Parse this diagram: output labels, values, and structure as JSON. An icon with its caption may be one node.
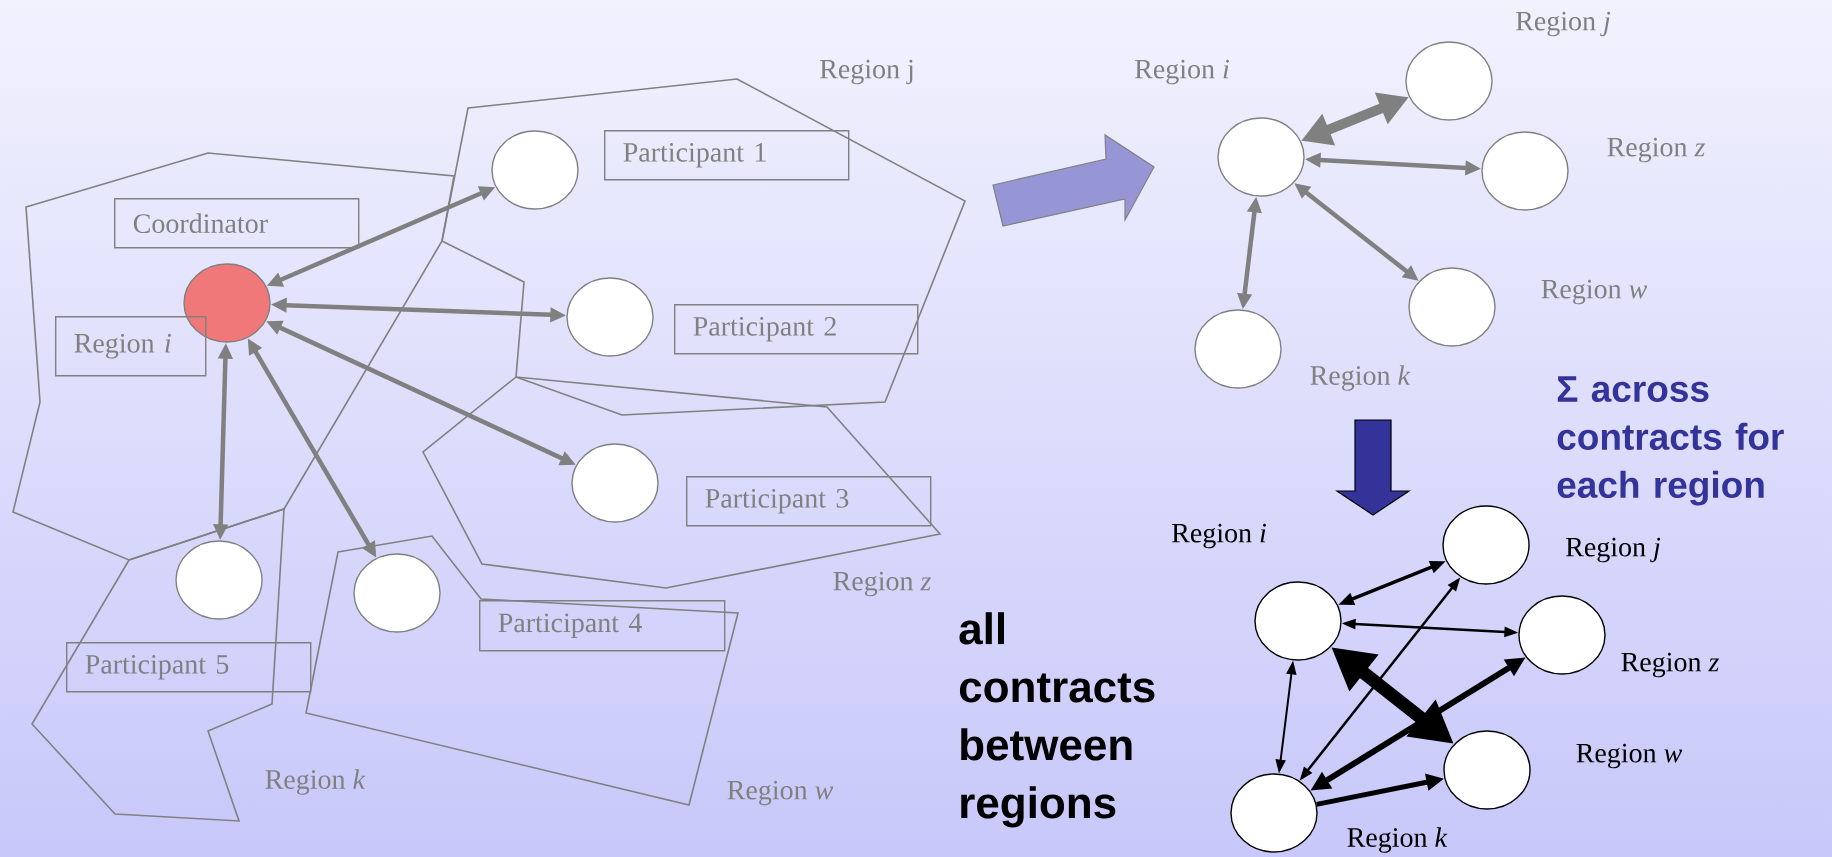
{
  "diagram": {
    "nodes": [
      {
        "text": [],
        "shape": "polygon"
      },
      {
        "text": [
          "Coordinator"
        ],
        "in": 0
      },
      {
        "text": [],
        "shape": "circle",
        "in": 0
      },
      {
        "text": [
          "Region *i*"
        ],
        "in": 0
      },
      {
        "text": [
          "Region j"
        ]
      },
      {
        "text": [],
        "shape": "circle",
        "in": 4
      },
      {
        "text": [
          "Participant 1"
        ],
        "in": 4
      },
      {
        "text": [],
        "shape": "circle",
        "in": 4
      },
      {
        "text": [
          "Participant 2"
        ],
        "in": 4
      },
      {
        "text": [
          "Region *z*"
        ]
      },
      {
        "text": [],
        "shape": "circle",
        "in": 9
      },
      {
        "text": [
          "Participant 3"
        ],
        "in": 9
      },
      {
        "text": [
          "Region *k*"
        ]
      },
      {
        "text": [],
        "shape": "circle",
        "in": 12
      },
      {
        "text": [
          "Region *w*"
        ]
      },
      {
        "text": [],
        "shape": "circle",
        "in": 14
      },
      {
        "text": [
          "Participant 4"
        ],
        "in": 14
      },
      {
        "text": [
          "Participant 5"
        ]
      },
      {
        "text": [],
        "shape": "circle",
        "beside": [
          "Region *i*"
        ]
      },
      {
        "text": [],
        "shape": "circle",
        "beside": [
          "Region *j*"
        ]
      },
      {
        "text": [],
        "shape": "circle",
        "beside": [
          "Region *z*"
        ]
      },
      {
        "text": [],
        "shape": "circle",
        "beside": [
          "Region *w*"
        ]
      },
      {
        "text": [],
        "shape": "circle",
        "beside": [
          "Region *k*"
        ]
      },
      {
        "text": [],
        "shape": "circle",
        "beside": [
          "Region *i*"
        ]
      },
      {
        "text": [],
        "shape": "circle",
        "beside": [
          "Region *j*"
        ]
      },
      {
        "text": [],
        "shape": "circle",
        "beside": [
          "Region *z*"
        ]
      },
      {
        "text": [],
        "shape": "circle",
        "beside": [
          "Region *w*"
        ]
      },
      {
        "text": [],
        "shape": "circle",
        "beside": [
          "Region *k*"
        ]
      }
    ],
    "edges": [
      {
        "from": 2,
        "to": 5,
        "arrow": "both"
      },
      {
        "from": 2,
        "to": 7,
        "arrow": "both"
      },
      {
        "from": 2,
        "to": 10,
        "arrow": "both"
      },
      {
        "from": 2,
        "to": 15,
        "arrow": "both"
      },
      {
        "from": 2,
        "to": 13,
        "arrow": "both"
      },
      {
        "from": 18,
        "to": 19,
        "arrow": "both",
        "style": "thick"
      },
      {
        "from": 18,
        "to": 20,
        "arrow": "both"
      },
      {
        "from": 18,
        "to": 21,
        "arrow": "both"
      },
      {
        "from": 18,
        "to": 22,
        "arrow": "both"
      },
      {
        "from": 23,
        "to": 24,
        "arrow": "both",
        "color": "#000000"
      },
      {
        "from": 23,
        "to": 25,
        "arrow": "both",
        "color": "#000000"
      },
      {
        "from": 23,
        "to": 27,
        "arrow": "both",
        "color": "#000000"
      },
      {
        "from": 27,
        "to": 24,
        "arrow": "both",
        "color": "#000000"
      },
      {
        "from": 27,
        "to": 25,
        "arrow": "both",
        "color": "#000000"
      },
      {
        "from": 23,
        "to": 26,
        "arrow": "both",
        "style": "thick",
        "color": "#000000"
      },
      {
        "from": 27,
        "to": 26,
        "arrow": "to",
        "color": "#000000"
      }
    ],
    "labels": [
      "all contracts between regions",
      "Σ across contracts for each region"
    ]
  }
}
